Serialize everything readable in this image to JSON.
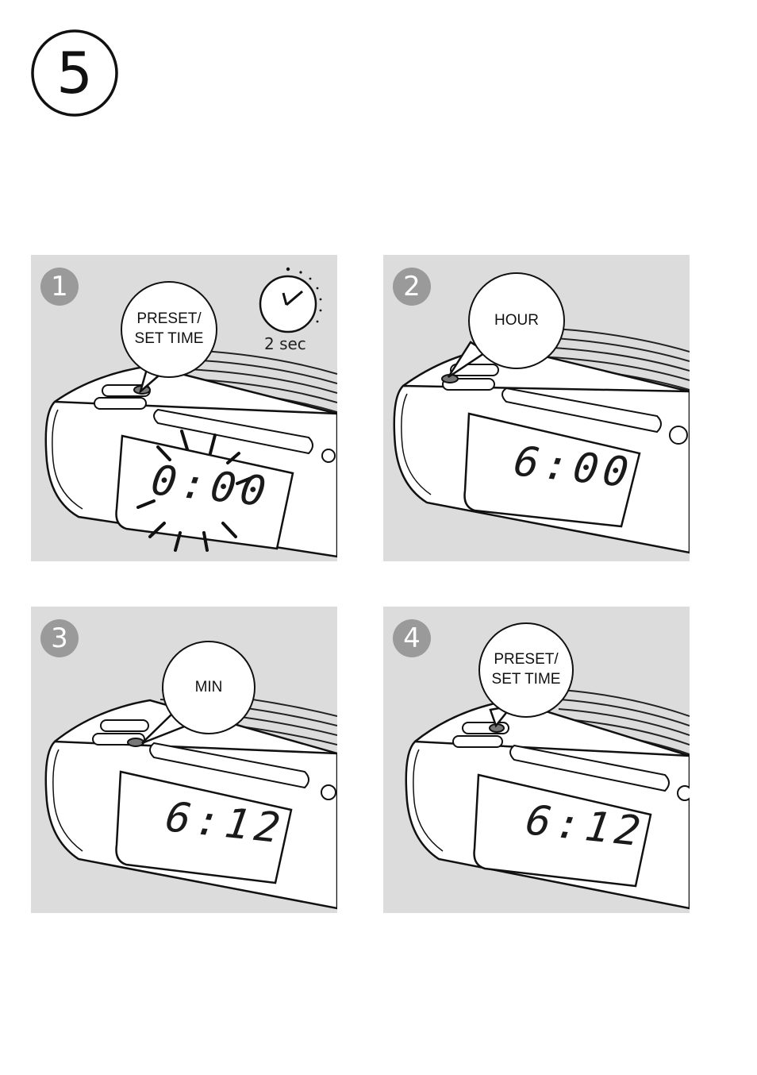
{
  "step_number": "5",
  "panels": [
    {
      "number": "1",
      "bubble_line1": "PRESET/",
      "bubble_line2": "SET TIME",
      "timer_label": "2 sec",
      "display": "0:00"
    },
    {
      "number": "2",
      "bubble_line1": "HOUR",
      "display": "6:00"
    },
    {
      "number": "3",
      "bubble_line1": "MIN",
      "display": "6:12"
    },
    {
      "number": "4",
      "bubble_line1": "PRESET/",
      "bubble_line2": "SET TIME",
      "display": "6:12"
    }
  ]
}
